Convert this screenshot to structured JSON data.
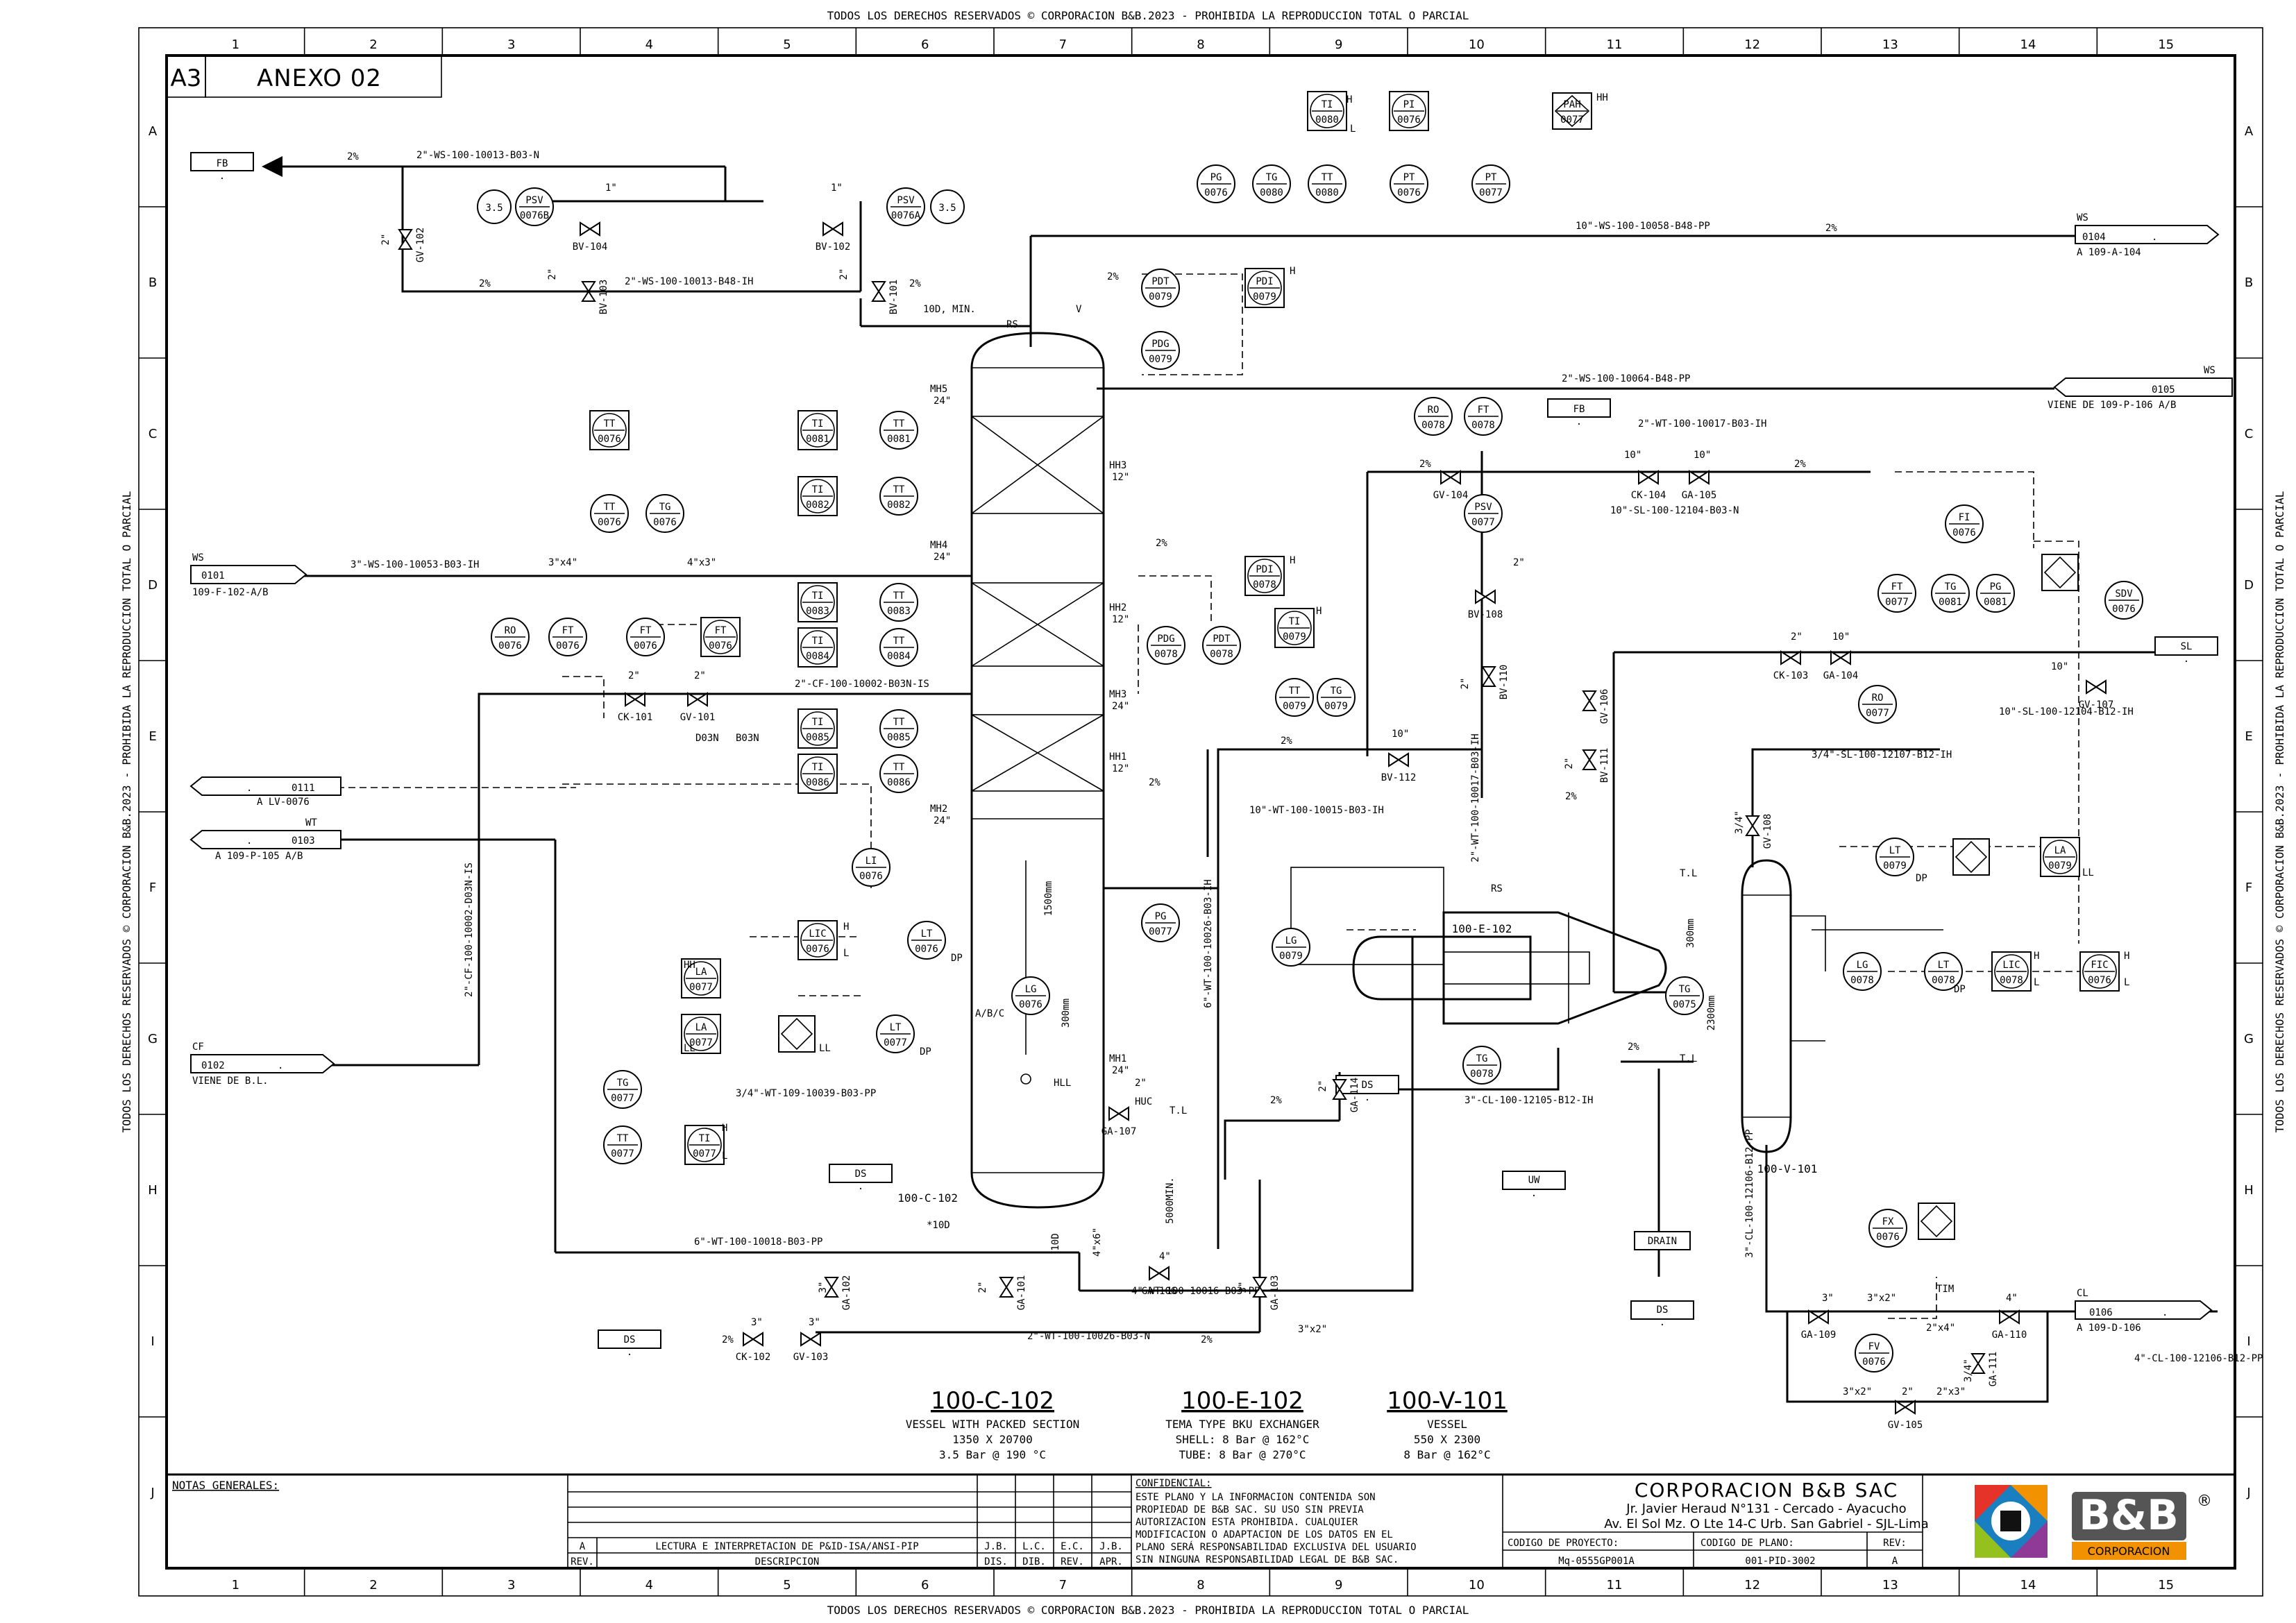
{
  "copyright": "TODOS LOS DERECHOS RESERVADOS © CORPORACION B&B.2023 - PROHIBIDA LA REPRODUCCION TOTAL O PARCIAL",
  "grid": {
    "cols": [
      "1",
      "2",
      "3",
      "4",
      "5",
      "6",
      "7",
      "8",
      "9",
      "10",
      "11",
      "12",
      "13",
      "14",
      "15"
    ],
    "rows": [
      "A",
      "B",
      "C",
      "D",
      "E",
      "F",
      "G",
      "H",
      "I",
      "J"
    ]
  },
  "sheet": {
    "size": "A3",
    "annex": "ANEXO 02"
  },
  "off_page": {
    "fb_top": {
      "tag": "FB",
      "sub": "."
    },
    "ws_0101": {
      "tag": "WS",
      "num": "0101",
      "from": "109-F-102-A/B"
    },
    "lv_0111": {
      "num": "0111",
      "dot": ".",
      "to": "A LV-0076"
    },
    "wt_0103": {
      "tag": "WT",
      "num": "0103",
      "dot": ".",
      "to": "A 109-P-105 A/B"
    },
    "cf_0102": {
      "tag": "CF",
      "num": "0102",
      "dot": ".",
      "from": "VIENE DE B.L."
    },
    "ws_0104": {
      "tag": "WS",
      "num": "0104",
      "dot": ".",
      "to": "A 109-A-104"
    },
    "ws_0105": {
      "tag": "WS",
      "num": "0105",
      "from": "VIENE DE 109-P-106 A/B"
    },
    "fb_mid": {
      "tag": "FB",
      "sub": "."
    },
    "sl": {
      "tag": "SL",
      "sub": "."
    },
    "uw": {
      "tag": "UW",
      "sub": "."
    },
    "drain": {
      "tag": "DRAIN"
    },
    "ds_drain": {
      "tag": "DS",
      "sub": "."
    },
    "ds_e102": {
      "tag": "DS",
      "sub": "."
    },
    "ds_c102": {
      "tag": "DS",
      "sub": "."
    },
    "ds_bottom": {
      "tag": "DS",
      "sub": "."
    },
    "cl_0106": {
      "tag": "CL",
      "num": "0106",
      "dot": ".",
      "to": "A 109-D-106"
    }
  },
  "lines": {
    "l1": "2\"-WS-100-10013-B03-N",
    "l2": "2\"-WS-100-10013-B48-IH",
    "l3": "10\"-WS-100-10058-B48-PP",
    "l4": "2\"-WS-100-10064-B48-PP",
    "l5": "3\"-WS-100-10053-B03-IH",
    "l6": "2\"-CF-100-10002-B03N-IS",
    "l7": "2\"-CF-100-10002-D03N-IS",
    "l8": "2\"-WT-100-10017-B03-IH",
    "l9": "10\"-SL-100-12104-B03-N",
    "l10": "10\"-SL-100-12104-B12-IH",
    "l11": "3/4\"-SL-100-12107-B12-IH",
    "l12": "10\"-WT-100-10015-B03-IH",
    "l13": "2\"-WT-100-10017-B03-IH",
    "l14": "6\"-WT-100-10026-B03-IH",
    "l15": "3/4\"-WT-109-10039-B03-PP",
    "l16": "3\"-CL-100-12105-B12-IH",
    "l17": "3\"-CL-100-12106-B12-PP",
    "l18": "6\"-WT-100-10018-B03-PP",
    "l19": "4\"-WT-100-10016-B03-PP",
    "l20": "2\"-WT-100-10026-B03-N",
    "l21": "4\"-CL-100-12106-B12-PP"
  },
  "slope": "2%",
  "ten_d_min": "10D, MIN.",
  "inst": {
    "psv0076b": {
      "a": "PSV",
      "b": "0076B"
    },
    "psv0076a": {
      "a": "PSV",
      "b": "0076A"
    },
    "set1": "3.5",
    "set2": "3.5",
    "ti0080": {
      "a": "TI",
      "b": "0080"
    },
    "pi0076": {
      "a": "PI",
      "b": "0076"
    },
    "pah0077": {
      "a": "PAH",
      "b": "0077"
    },
    "pg0076": {
      "a": "PG",
      "b": "0076"
    },
    "tg0080": {
      "a": "TG",
      "b": "0080"
    },
    "tt0080": {
      "a": "TT",
      "b": "0080"
    },
    "pt0076": {
      "a": "PT",
      "b": "0076"
    },
    "pt0077": {
      "a": "PT",
      "b": "0077"
    },
    "pdt0079": {
      "a": "PDT",
      "b": "0079"
    },
    "pdi0079": {
      "a": "PDI",
      "b": "0079"
    },
    "pdg0079": {
      "a": "PDG",
      "b": "0079"
    },
    "tt0076a": {
      "a": "TT",
      "b": "0076"
    },
    "tt0076b": {
      "a": "TT",
      "b": "0076"
    },
    "tg0076": {
      "a": "TG",
      "b": "0076"
    },
    "ti0081": {
      "a": "TI",
      "b": "0081"
    },
    "tt0081": {
      "a": "TT",
      "b": "0081"
    },
    "ti0082": {
      "a": "TI",
      "b": "0082"
    },
    "tt0082": {
      "a": "TT",
      "b": "0082"
    },
    "ti0083": {
      "a": "TI",
      "b": "0083"
    },
    "tt0083": {
      "a": "TT",
      "b": "0083"
    },
    "ti0084": {
      "a": "TI",
      "b": "0084"
    },
    "tt0084": {
      "a": "TT",
      "b": "0084"
    },
    "ti0085": {
      "a": "TI",
      "b": "0085"
    },
    "tt0085": {
      "a": "TT",
      "b": "0085"
    },
    "ti0086": {
      "a": "TI",
      "b": "0086"
    },
    "tt0086": {
      "a": "TT",
      "b": "0086"
    },
    "ro0076": {
      "a": "RO",
      "b": "0076"
    },
    "ft0076a": {
      "a": "FT",
      "b": "0076"
    },
    "ft0076b": {
      "a": "FT",
      "b": "0076"
    },
    "ft0076c": {
      "a": "FT",
      "b": "0076"
    },
    "li0076": {
      "a": "LI",
      "b": "0076"
    },
    "lic0076": {
      "a": "LIC",
      "b": "0076"
    },
    "lt0076": {
      "a": "LT",
      "b": "0076"
    },
    "la0077a": {
      "a": "LA",
      "b": "0077"
    },
    "la0077b": {
      "a": "LA",
      "b": "0077"
    },
    "lt0077": {
      "a": "LT",
      "b": "0077"
    },
    "lg0076": {
      "a": "LG",
      "b": "0076"
    },
    "pg0077": {
      "a": "PG",
      "b": "0077"
    },
    "tg0077": {
      "a": "TG",
      "b": "0077"
    },
    "tt0077": {
      "a": "TT",
      "b": "0077"
    },
    "ti0077": {
      "a": "TI",
      "b": "0077"
    },
    "pdi0078": {
      "a": "PDI",
      "b": "0078"
    },
    "pdg0078": {
      "a": "PDG",
      "b": "0078"
    },
    "pdt0078": {
      "a": "PDT",
      "b": "0078"
    },
    "ti0079": {
      "a": "TI",
      "b": "0079"
    },
    "tt0079": {
      "a": "TT",
      "b": "0079"
    },
    "tg0079": {
      "a": "TG",
      "b": "0079"
    },
    "ro0078": {
      "a": "RO",
      "b": "0078"
    },
    "ft0078": {
      "a": "FT",
      "b": "0078"
    },
    "psv0077": {
      "a": "PSV",
      "b": "0077"
    },
    "lg0079": {
      "a": "LG",
      "b": "0079"
    },
    "tg0078": {
      "a": "TG",
      "b": "0078"
    },
    "tg0075": {
      "a": "TG",
      "b": "0075"
    },
    "fi0076": {
      "a": "FI",
      "b": "0076"
    },
    "ft0077": {
      "a": "FT",
      "b": "0077"
    },
    "tg0081": {
      "a": "TG",
      "b": "0081"
    },
    "pg0081": {
      "a": "PG",
      "b": "0081"
    },
    "ro0077": {
      "a": "RO",
      "b": "0077"
    },
    "sdv0076": {
      "a": "SDV",
      "b": "0076"
    },
    "lt0079": {
      "a": "LT",
      "b": "0079"
    },
    "la0079": {
      "a": "LA",
      "b": "0079"
    },
    "lg0078": {
      "a": "LG",
      "b": "0078"
    },
    "lt0078": {
      "a": "LT",
      "b": "0078"
    },
    "lic0078": {
      "a": "LIC",
      "b": "0078"
    },
    "fic0076": {
      "a": "FIC",
      "b": "0076"
    },
    "fx0076": {
      "a": "FX",
      "b": "0076"
    },
    "fv0076": {
      "a": "FV",
      "b": "0076"
    }
  },
  "valves": {
    "bv104": "BV-104",
    "bv102": "BV-102",
    "bv103": "BV-103",
    "bv101": "BV-101",
    "gv102": "GV-102",
    "gv104": "GV-104",
    "ck104": "CK-104",
    "ga105": "GA-105",
    "bv108": "BV-108",
    "bv110": "BV-110",
    "bv111": "BV-111",
    "gv106": "GV-106",
    "bv112": "BV-112",
    "ck103": "CK-103",
    "ga104": "GA-104",
    "gv107": "GV-107",
    "gv108": "GV-108",
    "ck101": "CK-101",
    "gv101": "GV-101",
    "ga107": "GA-107",
    "ga106": "GA-106",
    "ga102": "GA-102",
    "ga101": "GA-101",
    "ga103": "GA-103",
    "ga114": "GA-114",
    "ck102": "CK-102",
    "gv103": "GV-103",
    "ga109": "GA-109",
    "ga110": "GA-110",
    "ga111": "GA-111",
    "gv105": "GV-105"
  },
  "sizes": {
    "s1": "1\"",
    "s2": "2\"",
    "s3": "3\"",
    "s4": "4\"",
    "s10": "10\"",
    "s34": "3/4\"",
    "s3x4": "3\"x4\"",
    "s4x3": "4\"x3\"",
    "s3x2": "3\"x2\"",
    "s2x4": "2\"x4\"",
    "s2x3": "2\"x3\"",
    "s4x6": "4\"x6\""
  },
  "nozzles": {
    "mh5": "MH5",
    "mh4": "MH4",
    "mh2": "MH2",
    "mh1": "MH1",
    "s24": "24\"",
    "hh3": "HH3",
    "hh2": "HH2",
    "hh1": "HH1",
    "s12": "12\"",
    "mh3": "MH3",
    "abc": "A/B/C",
    "hll": "HLL",
    "huc": "HUC",
    "rs": "RS",
    "d03n": "D03N",
    "b03n": "B03N",
    "tl": "T.L",
    "dim1500": "1500mm",
    "dim300": "300mm",
    "dim5000": "5000MIN.",
    "dim10d": "10D",
    "dim_x10d": "*10D",
    "dim300b": "300mm",
    "dim2300": "2300mm",
    "hi": "H",
    "hh": "HH",
    "lo": "L",
    "ll": "LL",
    "dp": "DP",
    "tim": "TIM",
    "v": "V"
  },
  "equipment": {
    "c102": "100-C-102",
    "e102": "100-E-102",
    "v101": "100-V-101"
  },
  "equipment_spec": [
    {
      "tag": "100-C-102",
      "l1": "VESSEL WITH PACKED SECTION",
      "l2": "1350 X 20700",
      "l3": "3.5 Bar @ 190 °C"
    },
    {
      "tag": "100-E-102",
      "l1": "TEMA TYPE BKU EXCHANGER",
      "l2": "SHELL: 8 Bar @ 162°C",
      "l3": "TUBE: 8 Bar @ 270°C"
    },
    {
      "tag": "100-V-101",
      "l1": "VESSEL",
      "l2": "550 X 2300",
      "l3": "8 Bar @ 162°C"
    }
  ],
  "title_block": {
    "notes": "NOTAS GENERALES:",
    "rev_letter": "A",
    "rev_desc": "LECTURA E INTERPRETACION DE P&ID-ISA/ANSI-PIP",
    "rev_j1": "J.B.",
    "rev_l1": "L.C.",
    "rev_e1": "E.C.",
    "rev_j2": "J.B.",
    "h_rev": "REV.",
    "h_desc": "DESCRIPCION",
    "h_dis": "DIS.",
    "h_dib": "DIB.",
    "h_rev2": "REV.",
    "h_apr": "APR.",
    "conf_title": "CONFIDENCIAL:",
    "conf_lines": [
      "ESTE PLANO Y LA INFORMACION CONTENIDA SON",
      "PROPIEDAD DE B&B SAC. SU USO SIN PREVIA",
      "AUTORIZACION ESTA PROHIBIDA. CUALQUIER",
      "MODIFICACION O ADAPTACION DE LOS DATOS EN EL",
      "PLANO SERÁ RESPONSABILIDAD EXCLUSIVA DEL USUARIO",
      "SIN NINGUNA RESPONSABILIDAD LEGAL DE B&B SAC."
    ],
    "company": "CORPORACION B&B SAC",
    "addr1": "Jr. Javier Heraud N°131 - Cercado - Ayacucho",
    "addr2": "Av. El Sol Mz. O Lte 14-C Urb. San Gabriel - SJL-Lima",
    "proj_label": "CODIGO DE PROYECTO:",
    "proj_value": "Mq-0555GP001A",
    "plan_label": "CODIGO DE PLANO:",
    "plan_value": "001-PID-3002",
    "rev_label": "REV:",
    "rev_value": "A",
    "logo_text": "B&B",
    "logo_sub": "CORPORACION",
    "logo_reg": "®"
  }
}
